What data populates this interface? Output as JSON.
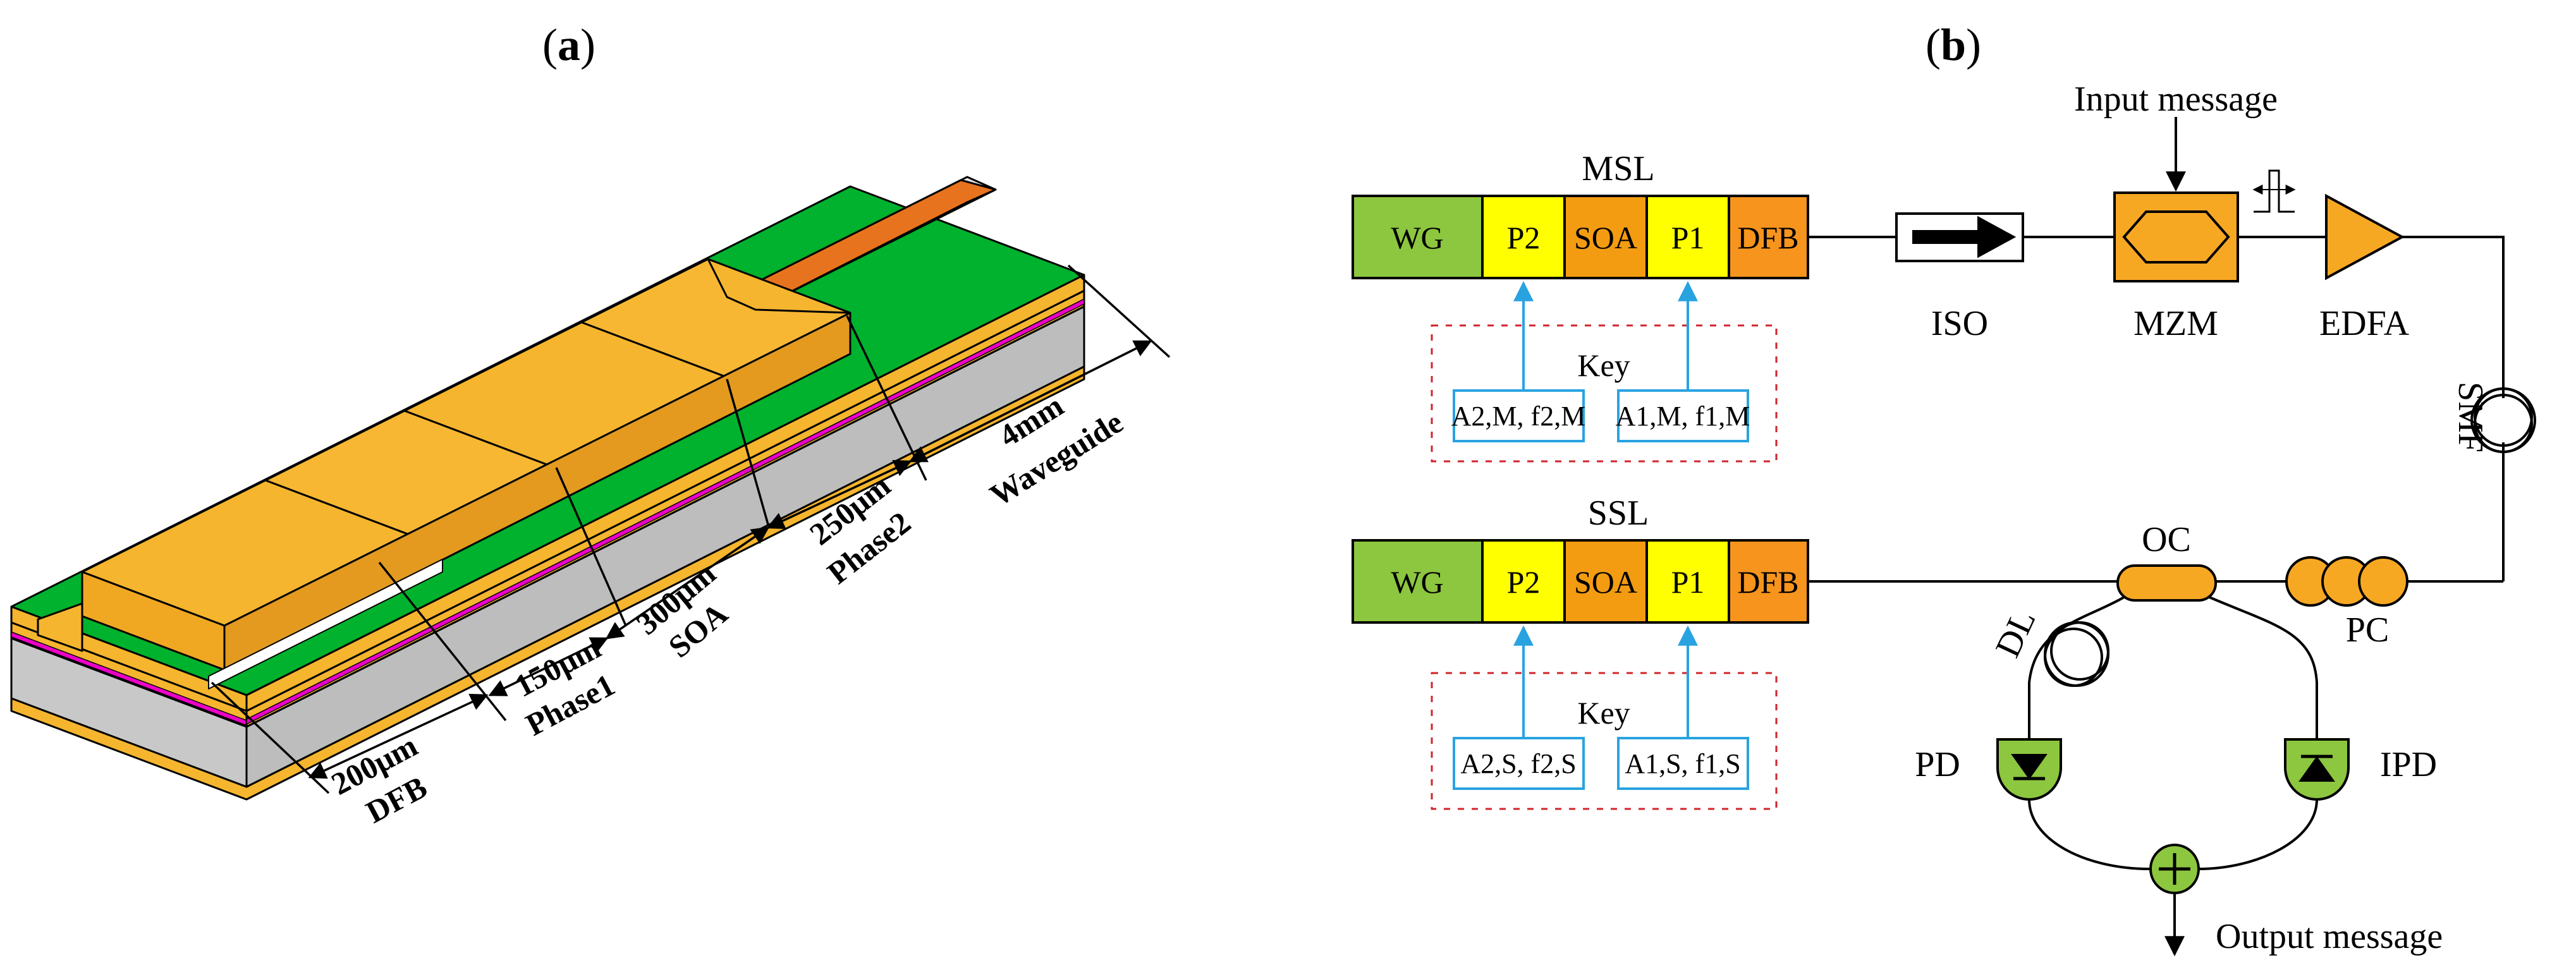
{
  "panel_a": {
    "label": "(a)",
    "dim_labels": {
      "dfb_len": "200μm",
      "dfb_name": "DFB",
      "phase1_len": "150μm",
      "phase1_name": "Phase1",
      "soa_len": "300μm",
      "soa_name": "SOA",
      "phase2_len": "250μm",
      "phase2_name": "Phase2",
      "wg_len": "4mm",
      "wg_name": "Waveguide"
    }
  },
  "panel_b": {
    "label": "(b)",
    "msl": {
      "title": "MSL",
      "sections": [
        "WG",
        "P2",
        "SOA",
        "P1",
        "DFB"
      ],
      "key_label": "Key",
      "key_boxes": [
        "A2,M, f2,M",
        "A1,M, f1,M"
      ]
    },
    "ssl": {
      "title": "SSL",
      "sections": [
        "WG",
        "P2",
        "SOA",
        "P1",
        "DFB"
      ],
      "key_label": "Key",
      "key_boxes": [
        "A2,S, f2,S",
        "A1,S, f1,S"
      ]
    },
    "components": {
      "iso": "ISO",
      "mzm": "MZM",
      "edfa": "EDFA",
      "smf": "SMF",
      "input_message": "Input message",
      "oc": "OC",
      "pc": "PC",
      "dl": "DL",
      "pd": "PD",
      "ipd": "IPD",
      "output_message": "Output message"
    },
    "colors": {
      "wg": "#8dc63f",
      "p_section": "#ffff00",
      "soa": "#f39c12",
      "dfb": "#f7941d",
      "component": "#f7a823",
      "detector": "#8dc63f",
      "key_border": "#29a3e0",
      "key_dash": "#d2232a",
      "substrate": "#c8c8c8",
      "gold": "#f5b52e",
      "magenta": "#ec00c7",
      "green": "#00b22e",
      "orange_strip": "#e8731e"
    }
  }
}
